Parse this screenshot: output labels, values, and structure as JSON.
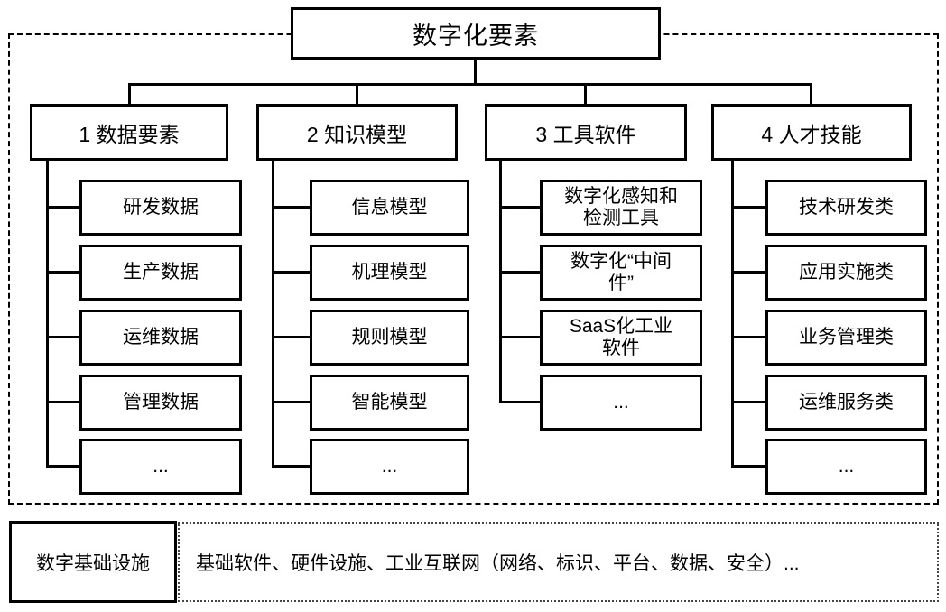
{
  "diagram": {
    "title": "数字化要素",
    "columns": [
      {
        "label": "1 数据要素",
        "children": [
          "研发数据",
          "生产数据",
          "运维数据",
          "管理数据",
          "..."
        ]
      },
      {
        "label": "2 知识模型",
        "children": [
          "信息模型",
          "机理模型",
          "规则模型",
          "智能模型",
          "..."
        ]
      },
      {
        "label": "3 工具软件",
        "children": [
          "数字化感知和\n检测工具",
          "数字化“中间\n件”",
          "SaaS化工业\n软件",
          "..."
        ]
      },
      {
        "label": "4 人才技能",
        "children": [
          "技术研发类",
          "应用实施类",
          "业务管理类",
          "运维服务类",
          "..."
        ]
      }
    ],
    "infrastructure": {
      "label": "数字基础设施",
      "content": "基础软件、硬件设施、工业互联网（网络、标识、平台、数据、安全）..."
    },
    "colors": {
      "line": "#000000",
      "background": "#ffffff",
      "text": "#000000"
    }
  }
}
